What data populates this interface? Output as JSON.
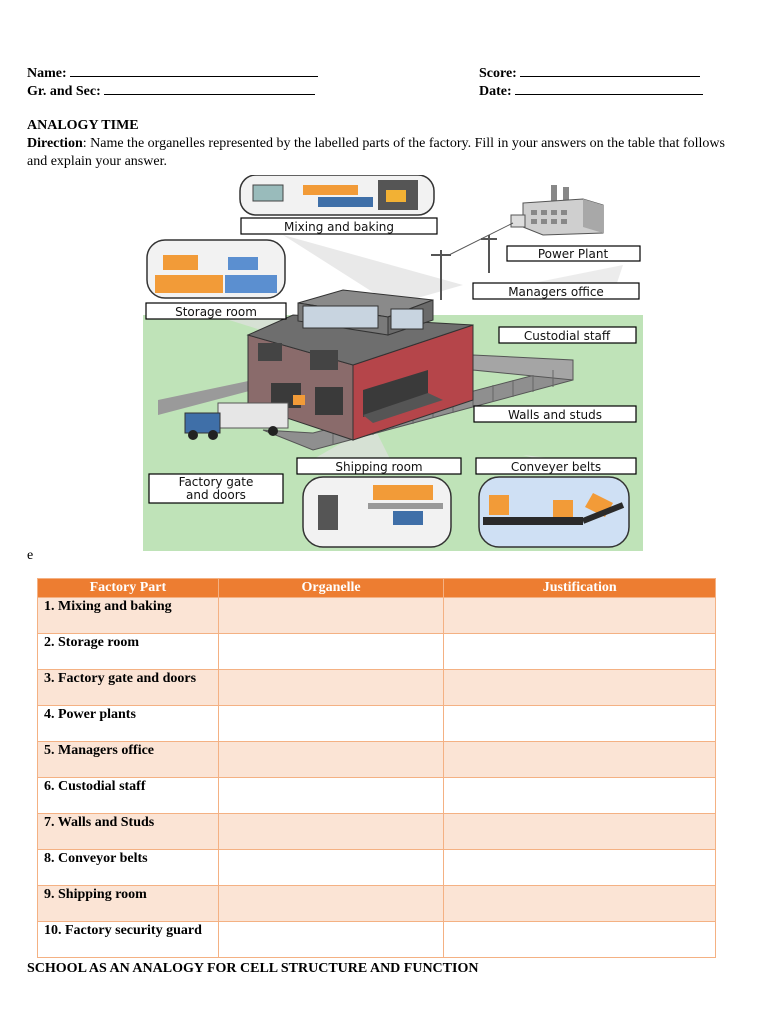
{
  "header": {
    "name_label": "Name:",
    "section_label": "Gr. and Sec:",
    "score_label": "Score:",
    "date_label": "Date:"
  },
  "activity": {
    "title": "ANALOGY TIME",
    "direction_label": "Direction",
    "direction_text": ": Name the organelles represented by the labelled parts of the factory. Fill in your answers on the table that follows and explain your answer."
  },
  "figure": {
    "labels": {
      "mixing": "Mixing and baking",
      "power": "Power Plant",
      "storage": "Storage room",
      "managers": "Managers office",
      "custodial": "Custodial staff",
      "walls": "Walls and studs",
      "gate_line1": "Factory gate",
      "gate_line2": "and doors",
      "shipping": "Shipping room",
      "conveyer": "Conveyer belts"
    }
  },
  "stray_char": "e",
  "table": {
    "headers": [
      "Factory Part",
      "Organelle",
      "Justification"
    ],
    "rows": [
      {
        "part": "1. Mixing and baking",
        "organelle": "",
        "justification": ""
      },
      {
        "part": "2. Storage room",
        "organelle": "",
        "justification": ""
      },
      {
        "part": "3. Factory gate and doors",
        "organelle": "",
        "justification": ""
      },
      {
        "part": "4. Power plants",
        "organelle": "",
        "justification": ""
      },
      {
        "part": "5. Managers office",
        "organelle": "",
        "justification": ""
      },
      {
        "part": "6. Custodial staff",
        "organelle": "",
        "justification": ""
      },
      {
        "part": "7. Walls and Studs",
        "organelle": "",
        "justification": ""
      },
      {
        "part": "8. Conveyor belts",
        "organelle": "",
        "justification": ""
      },
      {
        "part": "9. Shipping room",
        "organelle": "",
        "justification": ""
      },
      {
        "part": "10. Factory security guard",
        "organelle": "",
        "justification": ""
      }
    ]
  },
  "footer_heading": "SCHOOL AS AN ANALOGY FOR CELL STRUCTURE AND FUNCTION"
}
